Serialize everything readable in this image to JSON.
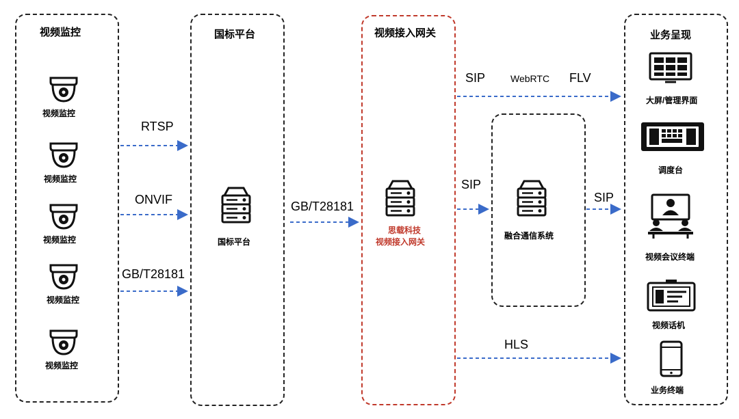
{
  "columns": {
    "monitoring": "视频监控",
    "gb_platform": "国标平台",
    "gateway": "视频接入网关",
    "business": "业务呈现"
  },
  "cameras": [
    "视频监控",
    "视频监控",
    "视频监控",
    "视频监控",
    "视频监控"
  ],
  "gb_platform_label": "国标平台",
  "gateway_label_line1": "思载科技",
  "gateway_label_line2": "视频接入网关",
  "fusion_label": "融合通信系统",
  "protocols": {
    "rtsp": "RTSP",
    "onvif": "ONVIF",
    "gb_left": "GB/T28181",
    "gb_mid": "GB/T28181",
    "sip_top": "SIP",
    "webrtc": "WebRTC",
    "flv": "FLV",
    "sip_mid": "SIP",
    "sip_right": "SIP",
    "hls": "HLS"
  },
  "terminals": [
    "大屏/管理界面",
    "调度台",
    "视频会议终端",
    "视频话机",
    "业务终端"
  ],
  "colors": {
    "arrow": "#3a6bc9",
    "gateway_red": "#c0392b",
    "border": "#222222"
  }
}
